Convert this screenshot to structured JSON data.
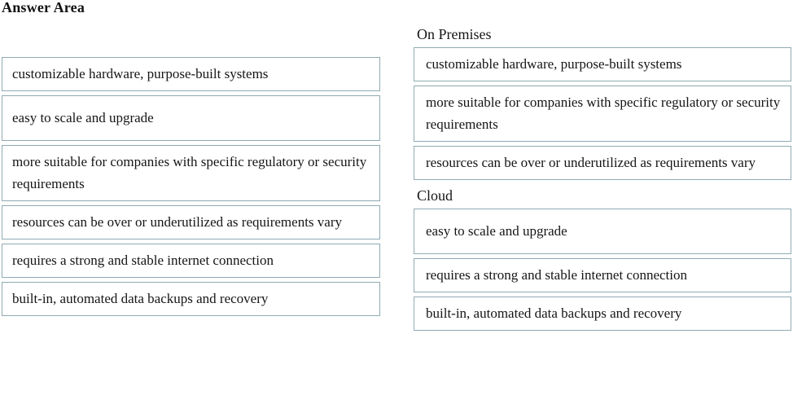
{
  "page": {
    "title": "Answer Area"
  },
  "source_list": {
    "name": "answer-options",
    "items": [
      {
        "text": "customizable hardware, purpose-built systems",
        "lines": 2
      },
      {
        "text": "easy to scale and upgrade",
        "lines": 1
      },
      {
        "text": "more suitable for companies with specific regulatory or security requirements",
        "lines": 2
      },
      {
        "text": "resources can be over or underutilized as requirements vary",
        "lines": 2
      },
      {
        "text": "requires a strong and stable internet connection",
        "lines": 2
      },
      {
        "text": "built-in, automated data backups and recovery",
        "lines": 2
      }
    ]
  },
  "zones": [
    {
      "label": "On Premises",
      "items": [
        {
          "text": "customizable hardware, purpose-built systems",
          "lines": 2
        },
        {
          "text": "more suitable for companies with specific regulatory or security requirements",
          "lines": 2
        },
        {
          "text": "resources can be over or underutilized as requirements vary",
          "lines": 2
        }
      ]
    },
    {
      "label": "Cloud",
      "items": [
        {
          "text": "easy to scale and upgrade",
          "lines": 1
        },
        {
          "text": "requires a strong and stable internet connection",
          "lines": 2
        },
        {
          "text": "built-in, automated data backups and recovery",
          "lines": 2
        }
      ]
    }
  ],
  "colors": {
    "box_border": "#8fabb3",
    "background": "#ffffff",
    "text": "#151515"
  }
}
